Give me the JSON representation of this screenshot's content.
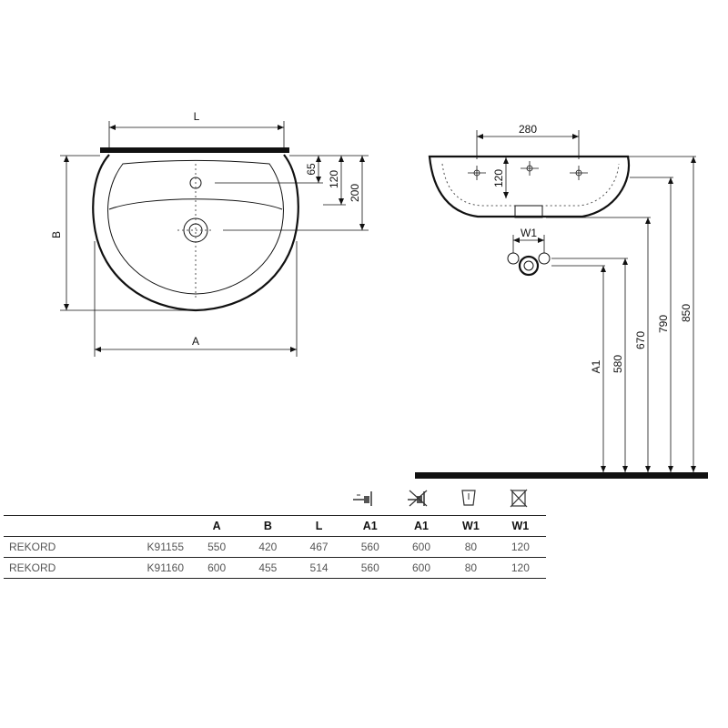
{
  "drawing": {
    "top_view": {
      "L": "L",
      "A": "A",
      "B": "B",
      "d65": "65",
      "d120": "120",
      "d200": "200"
    },
    "side_view": {
      "d280": "280",
      "d120": "120",
      "W1": "W1",
      "A1": "A1",
      "d580": "580",
      "d670": "670",
      "d790": "790",
      "d850": "850"
    }
  },
  "table": {
    "icons": [
      "wall-outlet-icon",
      "no-wall-outlet-icon",
      "pedestal-icon",
      "no-pedestal-icon"
    ],
    "headers": [
      "",
      "",
      "A",
      "B",
      "L",
      "A1",
      "A1",
      "W1",
      "W1"
    ],
    "rows": [
      [
        "REKORD",
        "K91155",
        "550",
        "420",
        "467",
        "560",
        "600",
        "80",
        "120"
      ],
      [
        "REKORD",
        "K91160",
        "600",
        "455",
        "514",
        "560",
        "600",
        "80",
        "120"
      ]
    ]
  }
}
